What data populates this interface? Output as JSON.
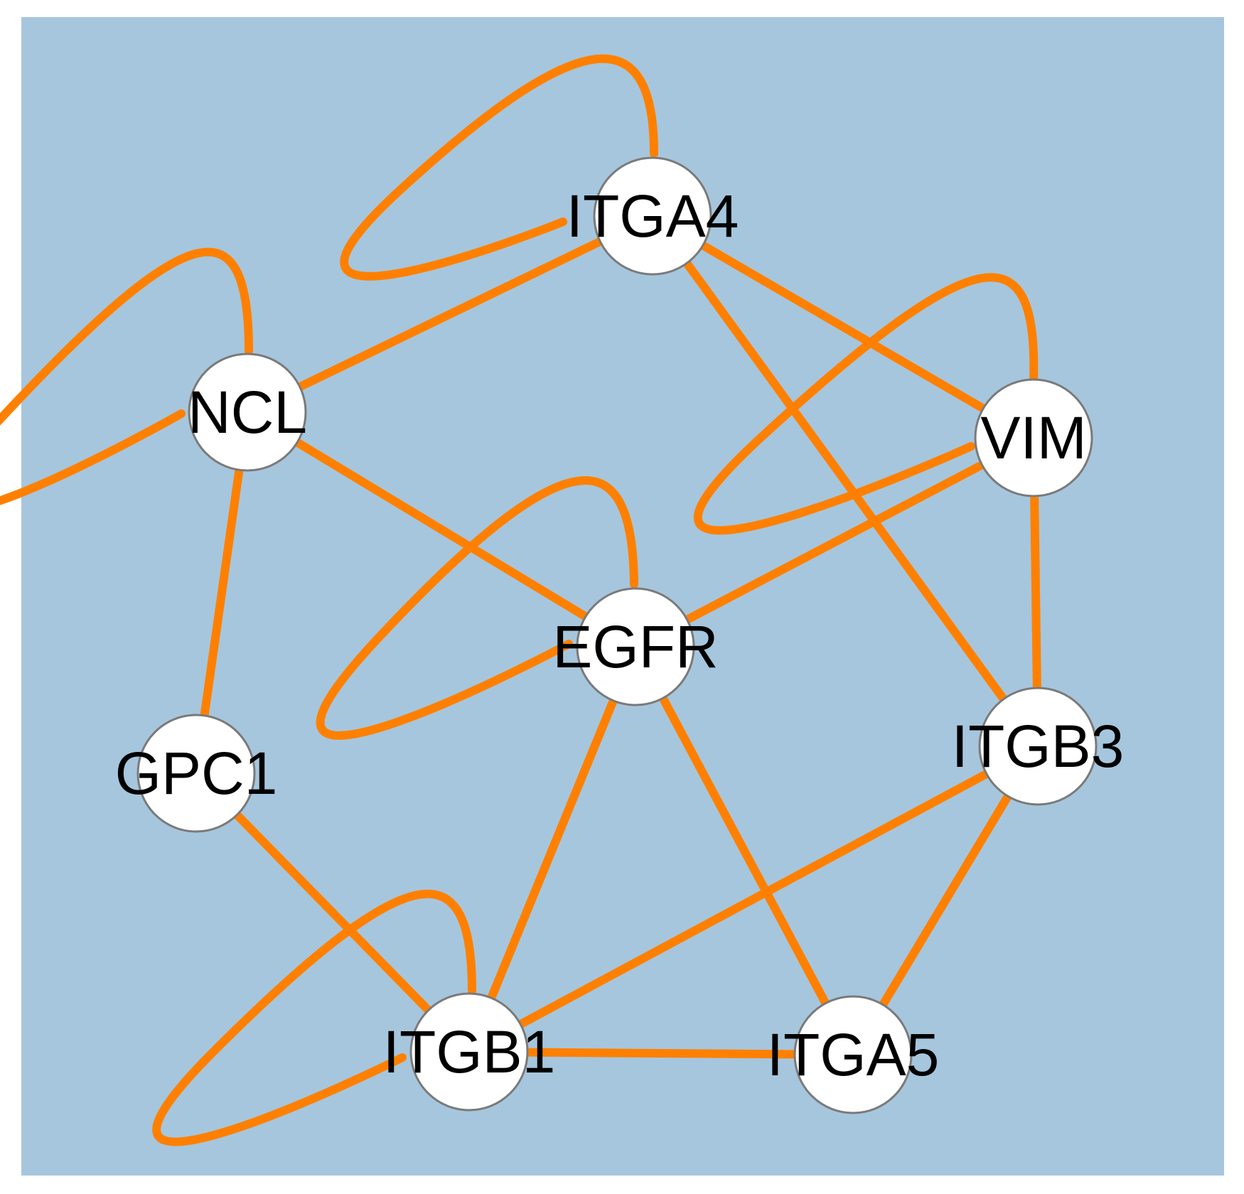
{
  "diagram": {
    "colors": {
      "background": "#a6c6dd",
      "edge": "#ff8000",
      "node_fill": "#ffffff",
      "node_stroke": "#7a7a7a"
    },
    "nodes": [
      {
        "id": "ITGA4",
        "label": "ITGA4"
      },
      {
        "id": "NCL",
        "label": "NCL"
      },
      {
        "id": "VIM",
        "label": "VIM"
      },
      {
        "id": "EGFR",
        "label": "EGFR"
      },
      {
        "id": "GPC1",
        "label": "GPC1"
      },
      {
        "id": "ITGB3",
        "label": "ITGB3"
      },
      {
        "id": "ITGB1",
        "label": "ITGB1"
      },
      {
        "id": "ITGA5",
        "label": "ITGA5"
      }
    ],
    "edges": [
      {
        "source": "ITGA4",
        "target": "NCL"
      },
      {
        "source": "ITGA4",
        "target": "VIM"
      },
      {
        "source": "ITGA4",
        "target": "ITGB3"
      },
      {
        "source": "NCL",
        "target": "EGFR"
      },
      {
        "source": "NCL",
        "target": "GPC1"
      },
      {
        "source": "VIM",
        "target": "EGFR"
      },
      {
        "source": "VIM",
        "target": "ITGB3"
      },
      {
        "source": "EGFR",
        "target": "ITGB1"
      },
      {
        "source": "EGFR",
        "target": "ITGA5"
      },
      {
        "source": "GPC1",
        "target": "ITGB1"
      },
      {
        "source": "ITGB3",
        "target": "ITGB1"
      },
      {
        "source": "ITGB3",
        "target": "ITGA5"
      },
      {
        "source": "ITGB1",
        "target": "ITGA5"
      }
    ],
    "self_loops": [
      "ITGA4",
      "NCL",
      "VIM",
      "EGFR",
      "ITGB1"
    ]
  }
}
